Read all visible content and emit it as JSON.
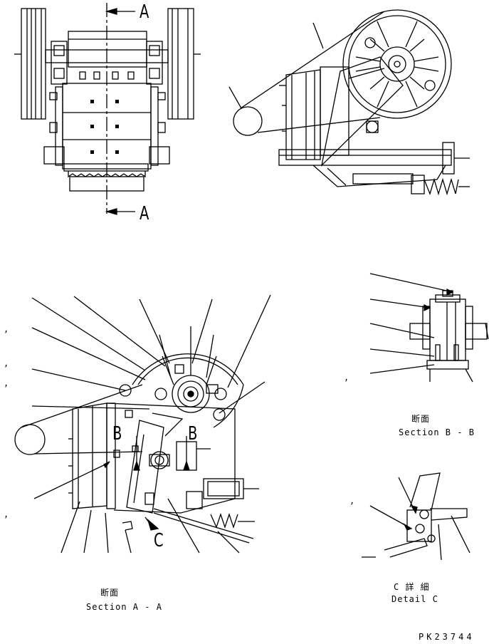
{
  "section_markers": {
    "a_top": "A",
    "a_bottom": "A",
    "b_left": "B",
    "b_right": "B",
    "c": "C"
  },
  "section_aa": {
    "jp": "断面",
    "en": "Section A - A"
  },
  "section_bb": {
    "jp": "断面",
    "en": "Section B - B"
  },
  "detail_c": {
    "jp": "C 詳 細",
    "en": "Detail C"
  },
  "drawing_id": "PK23744",
  "stray_marks": [
    ",",
    ",",
    ",",
    ",",
    ",",
    ","
  ]
}
